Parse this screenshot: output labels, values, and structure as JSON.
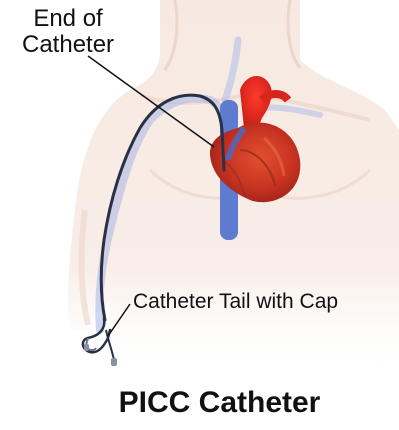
{
  "title": "PICC Catheter",
  "labels": {
    "end_of_catheter_line1": "End of",
    "end_of_catheter_line2": "Catheter",
    "catheter_tail": "Catheter Tail with Cap"
  },
  "colors": {
    "skin": "#f6e5dc",
    "skin_shadow": "#ead2c6",
    "heart_red": "#d42a20",
    "heart_dark": "#a8281e",
    "vessel_blue": "#6f88d6",
    "catheter": "#2b3144",
    "text": "#111111"
  }
}
